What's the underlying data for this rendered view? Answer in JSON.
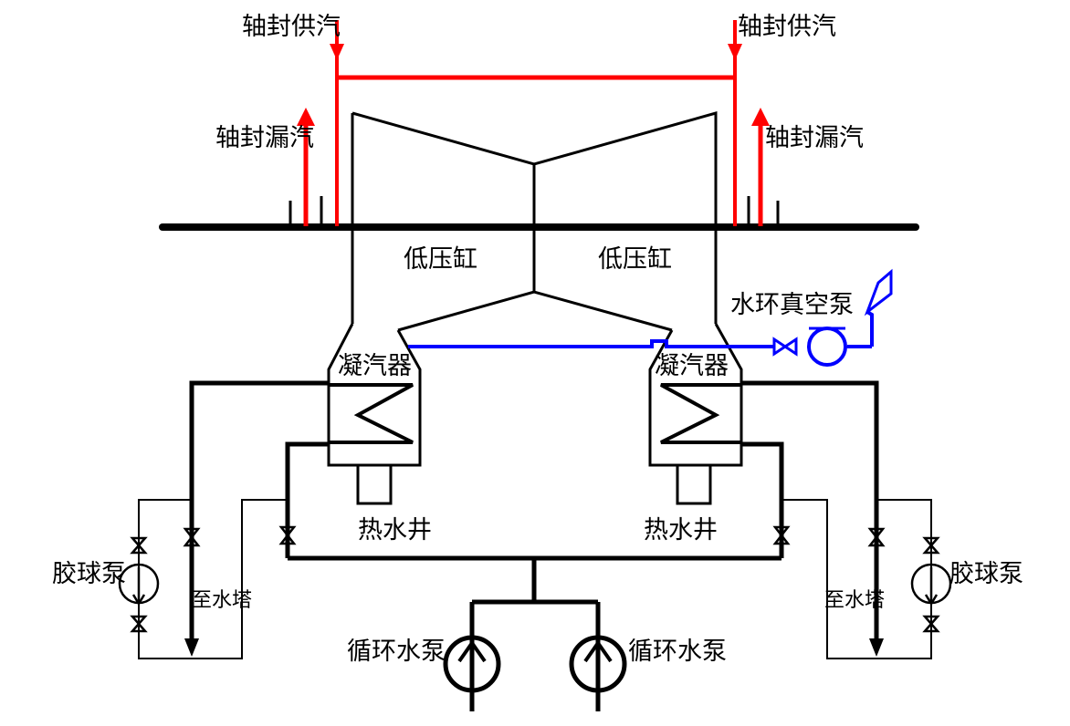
{
  "labels": {
    "seal_supply_left": "轴封供汽",
    "seal_supply_right": "轴封供汽",
    "seal_leak_left": "轴封漏汽",
    "seal_leak_right": "轴封漏汽",
    "lp_cylinder_left": "低压缸",
    "lp_cylinder_right": "低压缸",
    "vacuum_pump": "水环真空泵",
    "condenser_left": "凝汽器",
    "condenser_right": "凝汽器",
    "hotwell_left": "热水井",
    "hotwell_right": "热水井",
    "ball_pump_left": "胶球泵",
    "ball_pump_right": "胶球泵",
    "to_tower_left": "至水塔",
    "to_tower_right": "至水塔",
    "circ_pump_left": "循环水泵",
    "circ_pump_right": "循环水泵"
  },
  "colors": {
    "steam": "#ff0000",
    "vacuum": "#0000ff",
    "equipment": "#000000",
    "background": "#ffffff"
  }
}
